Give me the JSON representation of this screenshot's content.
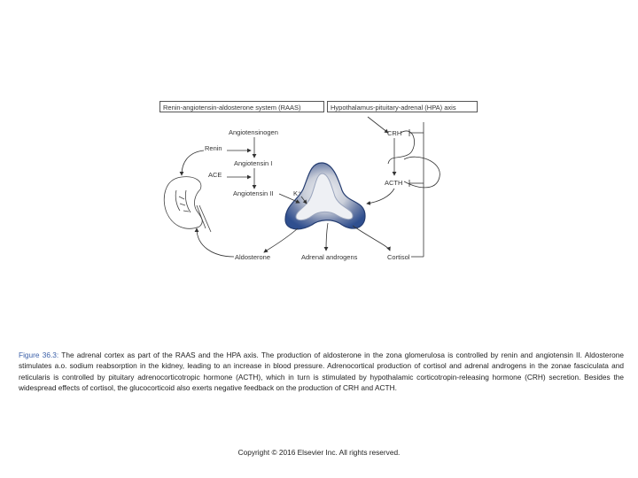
{
  "diagram": {
    "raas_header": "Renin-angiotensin-aldosterone system (RAAS)",
    "hpa_header": "Hypothalamus-pituitary-adrenal (HPA) axis",
    "labels": {
      "angiotensinogen": "Angiotensinogen",
      "renin": "Renin",
      "angiotensin_1": "Angiotensin I",
      "ace": "ACE",
      "angiotensin_2": "Angiotensin II",
      "k_plus": "K⁺",
      "crh": "CRH",
      "acth": "ACTH",
      "aldosterone": "Aldosterone",
      "adrenal_androgens": "Adrenal androgens",
      "cortisol": "Cortisol"
    },
    "colors": {
      "cortex": "#2f4f8f",
      "line": "#333333"
    }
  },
  "caption": {
    "figure_number": "Figure 36.3:",
    "text": " The adrenal cortex as part of the RAAS and the HPA axis. The production of aldosterone in the zona glomerulosa is controlled by renin and angiotensin II. Aldosterone stimulates a.o. sodium reabsorption in the kidney, leading to an increase in blood pressure. Adrenocortical production of cortisol and adrenal androgens in the zonae fasciculata and reticularis is controlled by pituitary adrenocorticotropic hormone (ACTH), which in turn is stimulated by hypothalamic corticotropin-releasing hormone (CRH) secretion. Besides the widespread effects of cortisol, the glucocorticoid also exerts negative feedback on the production of CRH and ACTH."
  },
  "copyright": "Copyright © 2016 Elsevier Inc. All rights reserved."
}
